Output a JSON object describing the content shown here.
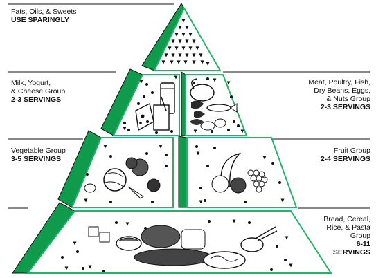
{
  "colors": {
    "green_dark": "#0f9a4c",
    "green_mid": "#22b364",
    "green_light": "#aee3c4",
    "outline": "#111111",
    "background": "#ffffff"
  },
  "groups": [
    {
      "id": "fats",
      "name": "Fats, Oils, & Sweets",
      "servings": "USE SPARINGLY",
      "icon": "fats-oils-sweets-triangles-icon"
    },
    {
      "id": "milk",
      "name_lines": [
        "Milk, Yogurt,",
        "& Cheese Group"
      ],
      "servings": "2-3 SERVINGS",
      "icon": "milk-cheese-icon"
    },
    {
      "id": "meat",
      "name_lines": [
        "Meat, Poultry, Fish,",
        "Dry Beans, Eggs,",
        "& Nuts Group"
      ],
      "servings": "2-3 SERVINGS",
      "icon": "meat-poultry-fish-icon"
    },
    {
      "id": "vegetable",
      "name": "Vegetable Group",
      "servings": "3-5 SERVINGS",
      "icon": "vegetables-icon"
    },
    {
      "id": "fruit",
      "name": "Fruit Group",
      "servings": "2-4 SERVINGS",
      "icon": "fruits-icon"
    },
    {
      "id": "bread",
      "name_lines": [
        "Bread, Cereal,",
        "Rice, & Pasta",
        "Group"
      ],
      "servings_lines": [
        "6-11",
        "SERVINGS"
      ],
      "icon": "bread-grains-icon"
    }
  ]
}
